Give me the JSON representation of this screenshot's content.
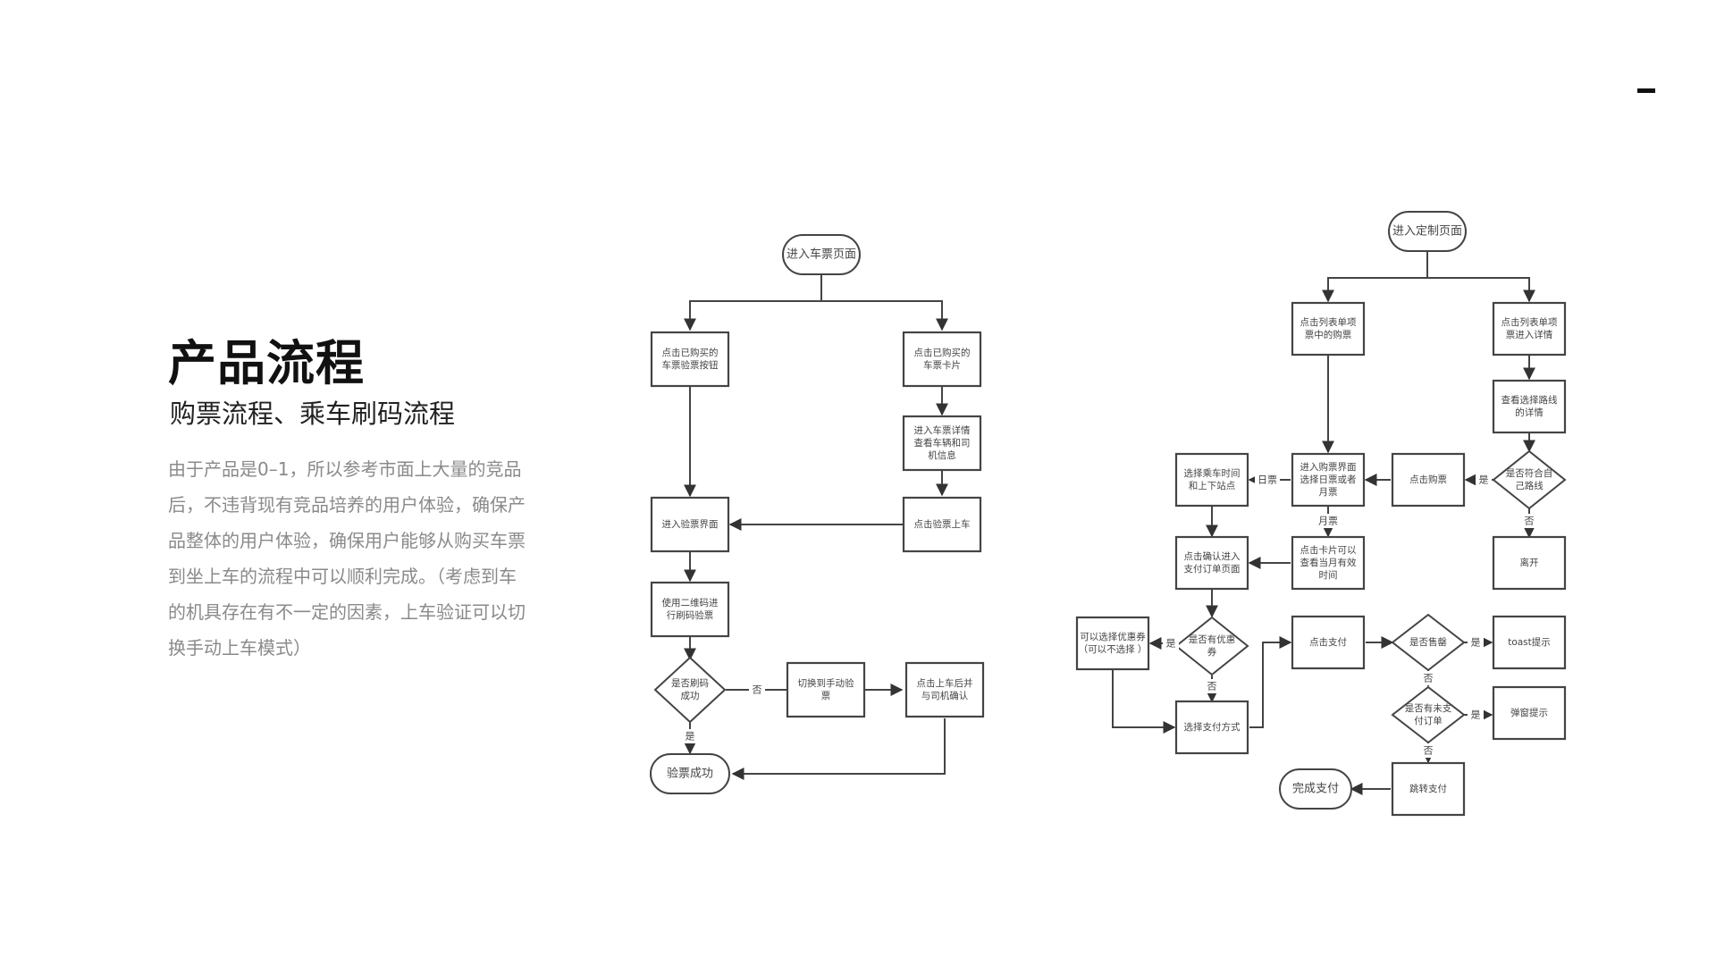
{
  "page": {
    "title": "产品流程",
    "subtitle": "购票流程、乘车刷码流程",
    "description_lines": [
      "由于产品是0–1，所以参考市面上大量的竞品",
      "后，不违背现有竞品培养的用户体验，确保产",
      "品整体的用户体验，确保用户能够从购买车票",
      "到坐上车的流程中可以顺利完成。（考虑到车",
      "的机具存在有不一定的因素，上车验证可以切",
      "换手动上车模式）"
    ]
  },
  "colors": {
    "stroke": "#444444",
    "text": "#444444",
    "title": "#111111",
    "body": "#8a8a8a"
  },
  "ride_flow": {
    "start": "进入车票页面",
    "click_verify_button": [
      "点击已购买的",
      "车票验票按钮"
    ],
    "click_ticket_card": [
      "点击已购买的",
      "车票卡片"
    ],
    "ticket_detail": [
      "进入车票详情",
      "查看车辆和司",
      "机信息"
    ],
    "click_verify_board": [
      "点击验票上车"
    ],
    "enter_verify": [
      "进入验票界面"
    ],
    "scan_qr": [
      "使用二维码进",
      "行刷码验票"
    ],
    "scan_success_q": [
      "是否刷码",
      "成功"
    ],
    "manual_verify": [
      "切换到手动验",
      "票"
    ],
    "driver_confirm": [
      "点击上车后并",
      "与司机确认"
    ],
    "end": "验票成功",
    "label_no": "否",
    "label_yes": "是"
  },
  "buy_flow": {
    "start": "进入定制页面",
    "list_buy": [
      "点击列表单项",
      "票中的购票"
    ],
    "list_detail": [
      "点击列表单项",
      "票进入详情"
    ],
    "route_detail": [
      "查看选择路线",
      "的详情"
    ],
    "route_match_q": [
      "是否符合自",
      "己路线"
    ],
    "leave": [
      "离开"
    ],
    "click_buy": [
      "点击购票"
    ],
    "buy_page": [
      "进入购票界面",
      "选择日票或者",
      "月票"
    ],
    "select_time": [
      "选择乘车时间",
      "和上下站点"
    ],
    "month_card": [
      "点击卡片可以",
      "查看当月有效",
      "时间"
    ],
    "confirm_order": [
      "点击确认进入",
      "支付订单页面"
    ],
    "coupon_q": [
      "是否有优惠",
      "券"
    ],
    "select_coupon": [
      "可以选择优惠券",
      "（可以不选择 ）"
    ],
    "pay_method": [
      "选择支付方式"
    ],
    "click_pay": [
      "点击支付"
    ],
    "sold_out_q": [
      "是否售罄"
    ],
    "toast": [
      "toast提示"
    ],
    "unpaid_q": [
      "是否有未支",
      "付订单"
    ],
    "popup": [
      "弹窗提示"
    ],
    "jump_pay": [
      "跳转支付"
    ],
    "end": "完成支付",
    "label_yes": "是",
    "label_no": "否",
    "label_day": "日票",
    "label_month": "月票"
  }
}
